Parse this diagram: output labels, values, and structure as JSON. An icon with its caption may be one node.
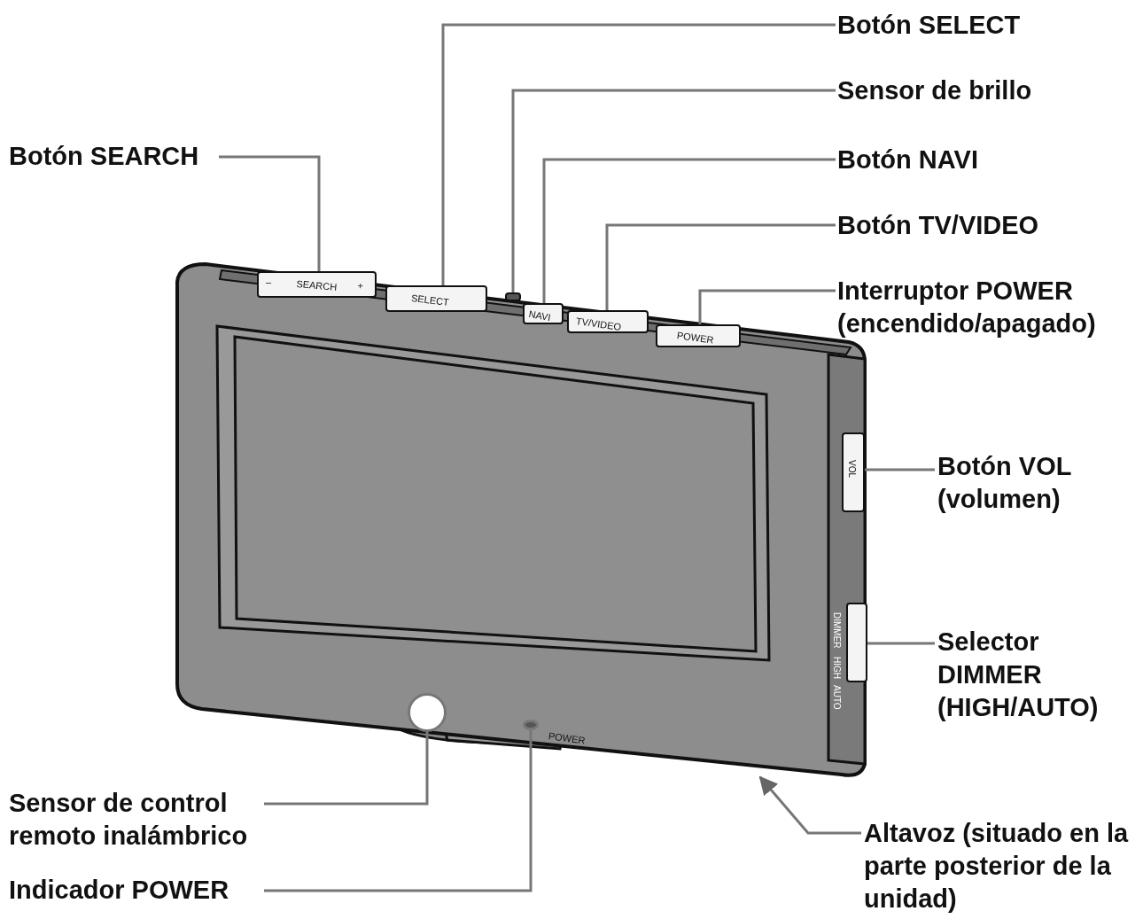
{
  "diagram": {
    "nodes": [
      {
        "text": [
          "Botón SELECT"
        ]
      },
      {
        "text": [
          "Sensor de brillo"
        ]
      },
      {
        "text": [
          "Botón SEARCH"
        ]
      },
      {
        "text": [
          "Botón NAVI"
        ]
      },
      {
        "text": [
          "Botón TV/VIDEO"
        ]
      },
      {
        "text": [
          "Interruptor POWER (encendido/apagado)"
        ]
      },
      {
        "text": [
          "Botón VOL (volumen)"
        ]
      },
      {
        "text": [
          "Selector DIMMER (HIGH/AUTO)"
        ]
      },
      {
        "text": [
          "Sensor de control remoto inalámbrico"
        ]
      },
      {
        "text": [
          "Altavoz (situado en la parte posterior de la unidad)"
        ]
      },
      {
        "text": [
          "Indicador POWER"
        ]
      },
      {
        "text": [],
        "shape": "box"
      },
      {
        "text": [],
        "shape": "box"
      },
      {
        "text": [],
        "shape": "box"
      },
      {
        "text": [],
        "shape": "box"
      },
      {
        "text": [],
        "shape": "box"
      },
      {
        "text": [],
        "shape": "box"
      },
      {
        "text": [],
        "shape": "box"
      },
      {
        "text": [],
        "shape": "box"
      },
      {
        "text": [],
        "shape": "circle"
      },
      {
        "text": [],
        "shape": "circle"
      }
    ],
    "edges": [
      {
        "from": 0,
        "to": 12,
        "arrow": "none"
      },
      {
        "from": 1,
        "to": 13,
        "arrow": "none"
      },
      {
        "from": 2,
        "to": 11,
        "arrow": "none"
      },
      {
        "from": 3,
        "to": 14,
        "arrow": "none"
      },
      {
        "from": 4,
        "to": 15,
        "arrow": "none"
      },
      {
        "from": 5,
        "to": 16,
        "arrow": "none"
      },
      {
        "from": 6,
        "to": 17,
        "arrow": "none"
      },
      {
        "from": 7,
        "to": 18,
        "arrow": "none"
      },
      {
        "from": 8,
        "to": 19,
        "arrow": "none"
      },
      {
        "from": 9,
        "to": null,
        "arrow": "to"
      },
      {
        "from": 10,
        "to": 20,
        "arrow": "none"
      }
    ],
    "labels": [
      "–",
      "SEARCH",
      "+",
      "SELECT",
      "NAVI",
      "TV/VIDEO",
      "POWER",
      "VOL",
      "DIMMER",
      "HIGH",
      "AUTO",
      "POWER"
    ]
  }
}
